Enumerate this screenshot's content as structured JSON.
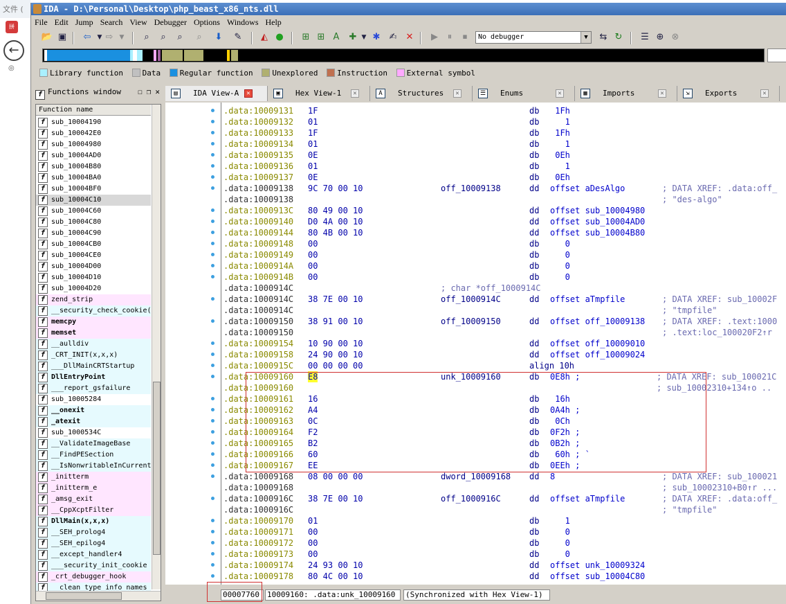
{
  "bg": {
    "top_text": "文件 (",
    "icon_text": "拼"
  },
  "window": {
    "title": "IDA - D:\\Personal\\Desktop\\php_beast_x86_nts.dll",
    "menu": [
      "File",
      "Edit",
      "Jump",
      "Search",
      "View",
      "Debugger",
      "Options",
      "Windows",
      "Help"
    ],
    "debugger_select": "No debugger"
  },
  "legend": [
    {
      "label": "Library function",
      "color": "#aaf0ff"
    },
    {
      "label": "Data",
      "color": "#c0c0c0"
    },
    {
      "label": "Regular function",
      "color": "#1a90e0"
    },
    {
      "label": "Unexplored",
      "color": "#b0b070"
    },
    {
      "label": "Instruction",
      "color": "#c07050"
    },
    {
      "label": "External symbol",
      "color": "#ffaaff"
    }
  ],
  "functions_window": {
    "title": "Functions window",
    "column": "Function name",
    "items": [
      {
        "name": "sub_10004190",
        "kind": "reg"
      },
      {
        "name": "sub_100042E0",
        "kind": "reg"
      },
      {
        "name": "sub_10004980",
        "kind": "reg"
      },
      {
        "name": "sub_10004AD0",
        "kind": "reg"
      },
      {
        "name": "sub_10004B80",
        "kind": "reg"
      },
      {
        "name": "sub_10004BA0",
        "kind": "reg"
      },
      {
        "name": "sub_10004BF0",
        "kind": "reg"
      },
      {
        "name": "sub_10004C10",
        "kind": "sel"
      },
      {
        "name": "sub_10004C60",
        "kind": "reg"
      },
      {
        "name": "sub_10004C80",
        "kind": "reg"
      },
      {
        "name": "sub_10004C90",
        "kind": "reg"
      },
      {
        "name": "sub_10004CB0",
        "kind": "reg"
      },
      {
        "name": "sub_10004CE0",
        "kind": "reg"
      },
      {
        "name": "sub_10004D00",
        "kind": "reg"
      },
      {
        "name": "sub_10004D10",
        "kind": "reg"
      },
      {
        "name": "sub_10004D20",
        "kind": "reg"
      },
      {
        "name": "zend_strip",
        "kind": "imp"
      },
      {
        "name": "__security_check_cookie(",
        "kind": "lib"
      },
      {
        "name": "memcpy",
        "kind": "imp-bold"
      },
      {
        "name": "memset",
        "kind": "imp-bold"
      },
      {
        "name": "__aulldiv",
        "kind": "lib"
      },
      {
        "name": "_CRT_INIT(x,x,x)",
        "kind": "lib"
      },
      {
        "name": "___DllMainCRTStartup",
        "kind": "lib"
      },
      {
        "name": "DllEntryPoint",
        "kind": "lib-bold"
      },
      {
        "name": "___report_gsfailure",
        "kind": "lib"
      },
      {
        "name": "sub_10005284",
        "kind": "reg"
      },
      {
        "name": "__onexit",
        "kind": "lib-bold"
      },
      {
        "name": "_atexit",
        "kind": "lib-bold"
      },
      {
        "name": "sub_1000534C",
        "kind": "reg"
      },
      {
        "name": "__ValidateImageBase",
        "kind": "lib"
      },
      {
        "name": "__FindPESection",
        "kind": "lib"
      },
      {
        "name": "__IsNonwritableInCurrent",
        "kind": "lib"
      },
      {
        "name": "_initterm",
        "kind": "imp"
      },
      {
        "name": "_initterm_e",
        "kind": "imp"
      },
      {
        "name": "_amsg_exit",
        "kind": "imp"
      },
      {
        "name": "__CppXcptFilter",
        "kind": "imp"
      },
      {
        "name": "DllMain(x,x,x)",
        "kind": "lib-bold"
      },
      {
        "name": "__SEH_prolog4",
        "kind": "lib"
      },
      {
        "name": "__SEH_epilog4",
        "kind": "lib"
      },
      {
        "name": "__except_handler4",
        "kind": "lib"
      },
      {
        "name": "___security_init_cookie",
        "kind": "lib"
      },
      {
        "name": "_crt_debugger_hook",
        "kind": "imp"
      },
      {
        "name": "__clean_type_info_names",
        "kind": "lib"
      }
    ]
  },
  "tabs": [
    {
      "label": "IDA View-A",
      "icon": "ida-view-icon",
      "active": true
    },
    {
      "label": "Hex View-1",
      "icon": "hex-view-icon",
      "active": false
    },
    {
      "label": "Structures",
      "icon": "structures-icon",
      "active": false
    },
    {
      "label": "Enums",
      "icon": "enums-icon",
      "active": false
    },
    {
      "label": "Imports",
      "icon": "imports-icon",
      "active": false
    },
    {
      "label": "Exports",
      "icon": "exports-icon",
      "active": false
    }
  ],
  "disasm": [
    {
      "addr": ".data:10009131",
      "bytes": "1F",
      "label": "",
      "ins": "db",
      "op": " 1Fh",
      "cmt": "",
      "dot": true,
      "code": true
    },
    {
      "addr": ".data:10009132",
      "bytes": "01",
      "label": "",
      "ins": "db",
      "op": "   1",
      "cmt": "",
      "dot": true,
      "code": true
    },
    {
      "addr": ".data:10009133",
      "bytes": "1F",
      "label": "",
      "ins": "db",
      "op": " 1Fh",
      "cmt": "",
      "dot": true,
      "code": true
    },
    {
      "addr": ".data:10009134",
      "bytes": "01",
      "label": "",
      "ins": "db",
      "op": "   1",
      "cmt": "",
      "dot": true,
      "code": true
    },
    {
      "addr": ".data:10009135",
      "bytes": "0E",
      "label": "",
      "ins": "db",
      "op": " 0Eh",
      "cmt": "",
      "dot": true,
      "code": true
    },
    {
      "addr": ".data:10009136",
      "bytes": "01",
      "label": "",
      "ins": "db",
      "op": "   1",
      "cmt": "",
      "dot": true,
      "code": true
    },
    {
      "addr": ".data:10009137",
      "bytes": "0E",
      "label": "",
      "ins": "db",
      "op": " 0Eh",
      "cmt": "",
      "dot": true,
      "code": true
    },
    {
      "addr": ".data:10009138",
      "bytes": "9C 70 00 10",
      "label": "off_10009138",
      "ins": "dd",
      "op": "offset aDesAlgo",
      "cmt": "; DATA XREF: .data:off_",
      "dot": true,
      "code": false
    },
    {
      "addr": ".data:10009138",
      "bytes": "",
      "label": "",
      "ins": "",
      "op": "",
      "cmt": "; \"des-algo\"",
      "dot": false,
      "code": false
    },
    {
      "addr": ".data:1000913C",
      "bytes": "80 49 00 10",
      "label": "",
      "ins": "dd",
      "op": "offset sub_10004980",
      "cmt": "",
      "dot": true,
      "code": true
    },
    {
      "addr": ".data:10009140",
      "bytes": "D0 4A 00 10",
      "label": "",
      "ins": "dd",
      "op": "offset sub_10004AD0",
      "cmt": "",
      "dot": true,
      "code": true
    },
    {
      "addr": ".data:10009144",
      "bytes": "80 4B 00 10",
      "label": "",
      "ins": "dd",
      "op": "offset sub_10004B80",
      "cmt": "",
      "dot": true,
      "code": true
    },
    {
      "addr": ".data:10009148",
      "bytes": "00",
      "label": "",
      "ins": "db",
      "op": "   0",
      "cmt": "",
      "dot": true,
      "code": true
    },
    {
      "addr": ".data:10009149",
      "bytes": "00",
      "label": "",
      "ins": "db",
      "op": "   0",
      "cmt": "",
      "dot": true,
      "code": true
    },
    {
      "addr": ".data:1000914A",
      "bytes": "00",
      "label": "",
      "ins": "db",
      "op": "   0",
      "cmt": "",
      "dot": true,
      "code": true
    },
    {
      "addr": ".data:1000914B",
      "bytes": "00",
      "label": "",
      "ins": "db",
      "op": "   0",
      "cmt": "",
      "dot": true,
      "code": true
    },
    {
      "addr": ".data:1000914C",
      "bytes": "",
      "label": "; char *off_1000914C",
      "ins": "",
      "op": "",
      "cmt": "",
      "dot": false,
      "code": false
    },
    {
      "addr": ".data:1000914C",
      "bytes": "38 7E 00 10",
      "label": "off_1000914C",
      "ins": "dd",
      "op": "offset aTmpfile",
      "cmt": "; DATA XREF: sub_10002F",
      "dot": true,
      "code": false
    },
    {
      "addr": ".data:1000914C",
      "bytes": "",
      "label": "",
      "ins": "",
      "op": "",
      "cmt": "; \"tmpfile\"",
      "dot": false,
      "code": false
    },
    {
      "addr": ".data:10009150",
      "bytes": "38 91 00 10",
      "label": "off_10009150",
      "ins": "dd",
      "op": "offset off_10009138",
      "cmt": "; DATA XREF: .text:1000",
      "dot": true,
      "code": false
    },
    {
      "addr": ".data:10009150",
      "bytes": "",
      "label": "",
      "ins": "",
      "op": "",
      "cmt": "; .text:loc_100020F2↑r",
      "dot": false,
      "code": false
    },
    {
      "addr": ".data:10009154",
      "bytes": "10 90 00 10",
      "label": "",
      "ins": "dd",
      "op": "offset off_10009010",
      "cmt": "",
      "dot": true,
      "code": true
    },
    {
      "addr": ".data:10009158",
      "bytes": "24 90 00 10",
      "label": "",
      "ins": "dd",
      "op": "offset off_10009024",
      "cmt": "",
      "dot": true,
      "code": true
    },
    {
      "addr": ".data:1000915C",
      "bytes": "00 00 00 00",
      "label": "",
      "ins": "align 10h",
      "op": "",
      "cmt": "",
      "dot": true,
      "code": true
    },
    {
      "addr": ".data:10009160",
      "bytes": "E8",
      "label": "unk_10009160",
      "ins": "db",
      "op": "0E8h ;",
      "cmt": "; DATA XREF: sub_100021C",
      "dot": true,
      "code": true,
      "hl": true
    },
    {
      "addr": ".data:10009160",
      "bytes": "",
      "label": "",
      "ins": "",
      "op": "",
      "cmt": "; sub_10002310+134↑o ..",
      "dot": false,
      "code": true
    },
    {
      "addr": ".data:10009161",
      "bytes": "16",
      "label": "",
      "ins": "db",
      "op": " 16h",
      "cmt": "",
      "dot": true,
      "code": true
    },
    {
      "addr": ".data:10009162",
      "bytes": "A4",
      "label": "",
      "ins": "db",
      "op": "0A4h ;",
      "cmt": "",
      "dot": true,
      "code": true
    },
    {
      "addr": ".data:10009163",
      "bytes": "0C",
      "label": "",
      "ins": "db",
      "op": " 0Ch",
      "cmt": "",
      "dot": true,
      "code": true
    },
    {
      "addr": ".data:10009164",
      "bytes": "F2",
      "label": "",
      "ins": "db",
      "op": "0F2h ;",
      "cmt": "",
      "dot": true,
      "code": true
    },
    {
      "addr": ".data:10009165",
      "bytes": "B2",
      "label": "",
      "ins": "db",
      "op": "0B2h ;",
      "cmt": "",
      "dot": true,
      "code": true
    },
    {
      "addr": ".data:10009166",
      "bytes": "60",
      "label": "",
      "ins": "db",
      "op": " 60h ; `",
      "cmt": "",
      "dot": true,
      "code": true
    },
    {
      "addr": ".data:10009167",
      "bytes": "EE",
      "label": "",
      "ins": "db",
      "op": "0EEh ;",
      "cmt": "",
      "dot": true,
      "code": true
    },
    {
      "addr": ".data:10009168",
      "bytes": "08 00 00 00",
      "label": "dword_10009168",
      "ins": "dd",
      "op": "8",
      "cmt": "; DATA XREF: sub_100021",
      "dot": true,
      "code": false
    },
    {
      "addr": ".data:10009168",
      "bytes": "",
      "label": "",
      "ins": "",
      "op": "",
      "cmt": "; sub_10002310+B0↑r ...",
      "dot": false,
      "code": false
    },
    {
      "addr": ".data:1000916C",
      "bytes": "38 7E 00 10",
      "label": "off_1000916C",
      "ins": "dd",
      "op": "offset aTmpfile",
      "cmt": "; DATA XREF: .data:off_",
      "dot": true,
      "code": false
    },
    {
      "addr": ".data:1000916C",
      "bytes": "",
      "label": "",
      "ins": "",
      "op": "",
      "cmt": "; \"tmpfile\"",
      "dot": false,
      "code": false
    },
    {
      "addr": ".data:10009170",
      "bytes": "01",
      "label": "",
      "ins": "db",
      "op": "   1",
      "cmt": "",
      "dot": true,
      "code": true
    },
    {
      "addr": ".data:10009171",
      "bytes": "00",
      "label": "",
      "ins": "db",
      "op": "   0",
      "cmt": "",
      "dot": true,
      "code": true
    },
    {
      "addr": ".data:10009172",
      "bytes": "00",
      "label": "",
      "ins": "db",
      "op": "   0",
      "cmt": "",
      "dot": true,
      "code": true
    },
    {
      "addr": ".data:10009173",
      "bytes": "00",
      "label": "",
      "ins": "db",
      "op": "   0",
      "cmt": "",
      "dot": true,
      "code": true
    },
    {
      "addr": ".data:10009174",
      "bytes": "24 93 00 10",
      "label": "",
      "ins": "dd",
      "op": "offset unk_10009324",
      "cmt": "",
      "dot": true,
      "code": true
    },
    {
      "addr": ".data:10009178",
      "bytes": "80 4C 00 10",
      "label": "",
      "ins": "dd",
      "op": "offset sub_10004C80",
      "cmt": "",
      "dot": true,
      "code": true
    }
  ],
  "status": {
    "offset": "00007760",
    "location": "10009160: .data:unk_10009160",
    "sync": "(Synchronized with Hex View-1)"
  }
}
